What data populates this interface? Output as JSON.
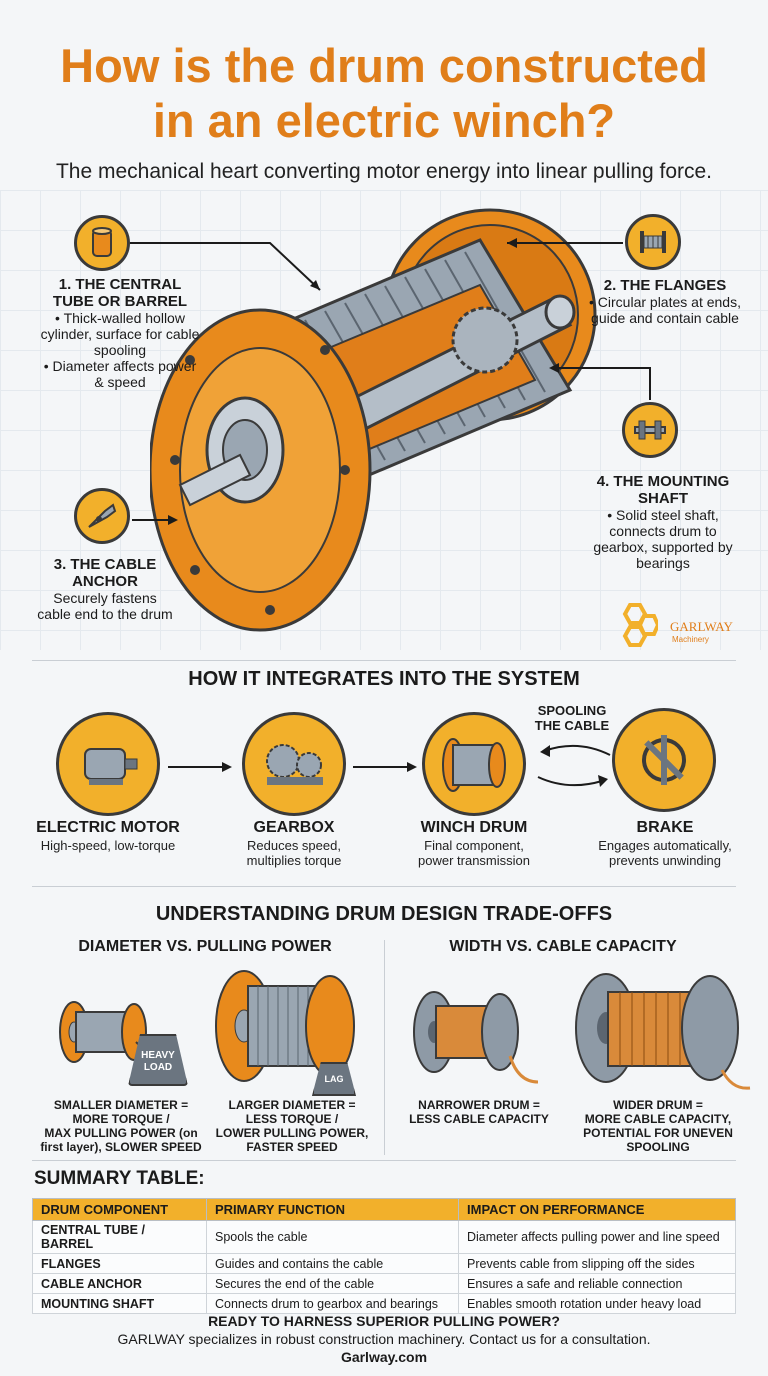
{
  "header": {
    "title_line1": "How is the drum constructed",
    "title_line2": "in an electric winch?",
    "subtitle": "The mechanical heart converting motor energy into linear pulling force."
  },
  "callouts": {
    "tube": {
      "heading_l1": "1. THE CENTRAL",
      "heading_l2": "TUBE OR BARREL",
      "items": [
        "Thick-walled hollow cylinder, surface for cable spooling",
        "Diameter affects power & speed"
      ],
      "icon": "tube-icon"
    },
    "flanges": {
      "heading": "2. THE FLANGES",
      "items": [
        "Circular plates at ends, guide and contain cable"
      ],
      "icon": "spool-icon"
    },
    "anchor": {
      "heading_l1": "3. THE CABLE",
      "heading_l2": "ANCHOR",
      "text": "Securely fastens cable end to the drum",
      "icon": "anchor-clamp-icon"
    },
    "shaft": {
      "heading_l1": "4. THE MOUNTING",
      "heading_l2": "SHAFT",
      "items": [
        "Solid steel shaft, connects drum to gearbox, supported by bearings"
      ],
      "icon": "shaft-icon"
    }
  },
  "brand": {
    "name": "GARLWAY",
    "tag": "Machinery"
  },
  "integration": {
    "heading": "HOW IT INTEGRATES INTO THE SYSTEM",
    "spooling_l1": "SPOOLING",
    "spooling_l2": "THE CABLE",
    "steps": [
      {
        "title": "ELECTRIC MOTOR",
        "desc": "High-speed, low-torque",
        "icon": "motor-icon"
      },
      {
        "title": "GEARBOX",
        "desc": "Reduces speed, multiplies torque",
        "icon": "gearbox-icon"
      },
      {
        "title": "WINCH DRUM",
        "desc": "Final component, power transmission",
        "icon": "drum-icon"
      },
      {
        "title": "BRAKE",
        "desc": "Engages automatically, prevents unwinding",
        "icon": "brake-icon"
      }
    ]
  },
  "tradeoffs": {
    "heading": "UNDERSTANDING DRUM DESIGN TRADE-OFFS",
    "left_heading": "DIAMETER VS. PULLING POWER",
    "right_heading": "WIDTH VS. CABLE CAPACITY",
    "weight_heavy_l1": "HEAVY",
    "weight_heavy_l2": "LOAD",
    "weight_light": "LAG",
    "small": {
      "l1": "SMALLER DIAMETER =",
      "l2": "MORE TORQUE /",
      "l3": "MAX PULLING POWER (on",
      "l4": "first layer), SLOWER SPEED"
    },
    "large": {
      "l1": "LARGER DIAMETER =",
      "l2": "LESS TORQUE /",
      "l3": "LOWER PULLING POWER,",
      "l4": "FASTER SPEED"
    },
    "narrow": {
      "l1": "NARROWER DRUM =",
      "l2": "LESS CABLE CAPACITY"
    },
    "wide": {
      "l1": "WIDER DRUM =",
      "l2": "MORE CABLE CAPACITY,",
      "l3": "POTENTIAL FOR UNEVEN",
      "l4": "SPOOLING"
    }
  },
  "summary": {
    "heading": "SUMMARY TABLE:",
    "columns": [
      "DRUM COMPONENT",
      "PRIMARY FUNCTION",
      "IMPACT ON PERFORMANCE"
    ],
    "rows": [
      [
        "CENTRAL TUBE / BARREL",
        "Spools the cable",
        "Diameter affects pulling power and line speed"
      ],
      [
        "FLANGES",
        "Guides and contains the cable",
        "Prevents cable from slipping off the sides"
      ],
      [
        "CABLE ANCHOR",
        "Secures the end of the cable",
        "Ensures a safe and reliable connection"
      ],
      [
        "MOUNTING SHAFT",
        "Connects drum to gearbox and bearings",
        "Enables smooth rotation under heavy load"
      ]
    ]
  },
  "footer": {
    "cta": "READY TO HARNESS SUPERIOR PULLING POWER?",
    "text": "GARLWAY specializes in robust construction machinery. Contact us for a consultation.",
    "url": "Garlway.com"
  },
  "colors": {
    "accent": "#e07e1a",
    "gold": "#f2b02b",
    "steel": "#8e9aa6",
    "outline": "#3a3a3a"
  }
}
